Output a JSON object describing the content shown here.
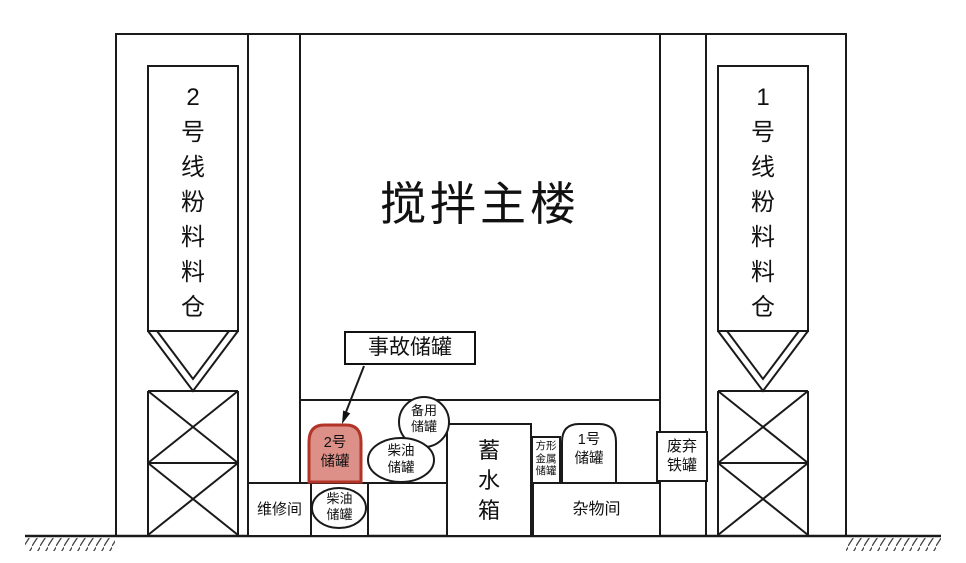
{
  "diagram": {
    "title": "搅拌主楼",
    "left_silo_label": "2\n号\n线\n粉\n料\n料\n仓",
    "right_silo_label": "1\n号\n线\n粉\n料\n料\n仓",
    "callout_label": "事故储罐",
    "tanks": {
      "tank2_label": "2号\n储罐",
      "backup_label": "备用\n储罐",
      "diesel_upper_label": "柴油\n储罐",
      "water_tank_label": "蓄\n水\n箱",
      "square_metal_label": "方形\n金属\n储罐",
      "tank1_label": "1号\n储罐",
      "scrap_iron_label": "废弃\n铁罐",
      "diesel_lower_label": "柴油\n储罐"
    },
    "rooms": {
      "maintenance_label": "维修间",
      "sundry_label": "杂物间"
    },
    "colors": {
      "line": "#1a1a1a",
      "accident_tank_fill": "#dd9088",
      "accident_tank_stroke": "#b23327"
    }
  }
}
